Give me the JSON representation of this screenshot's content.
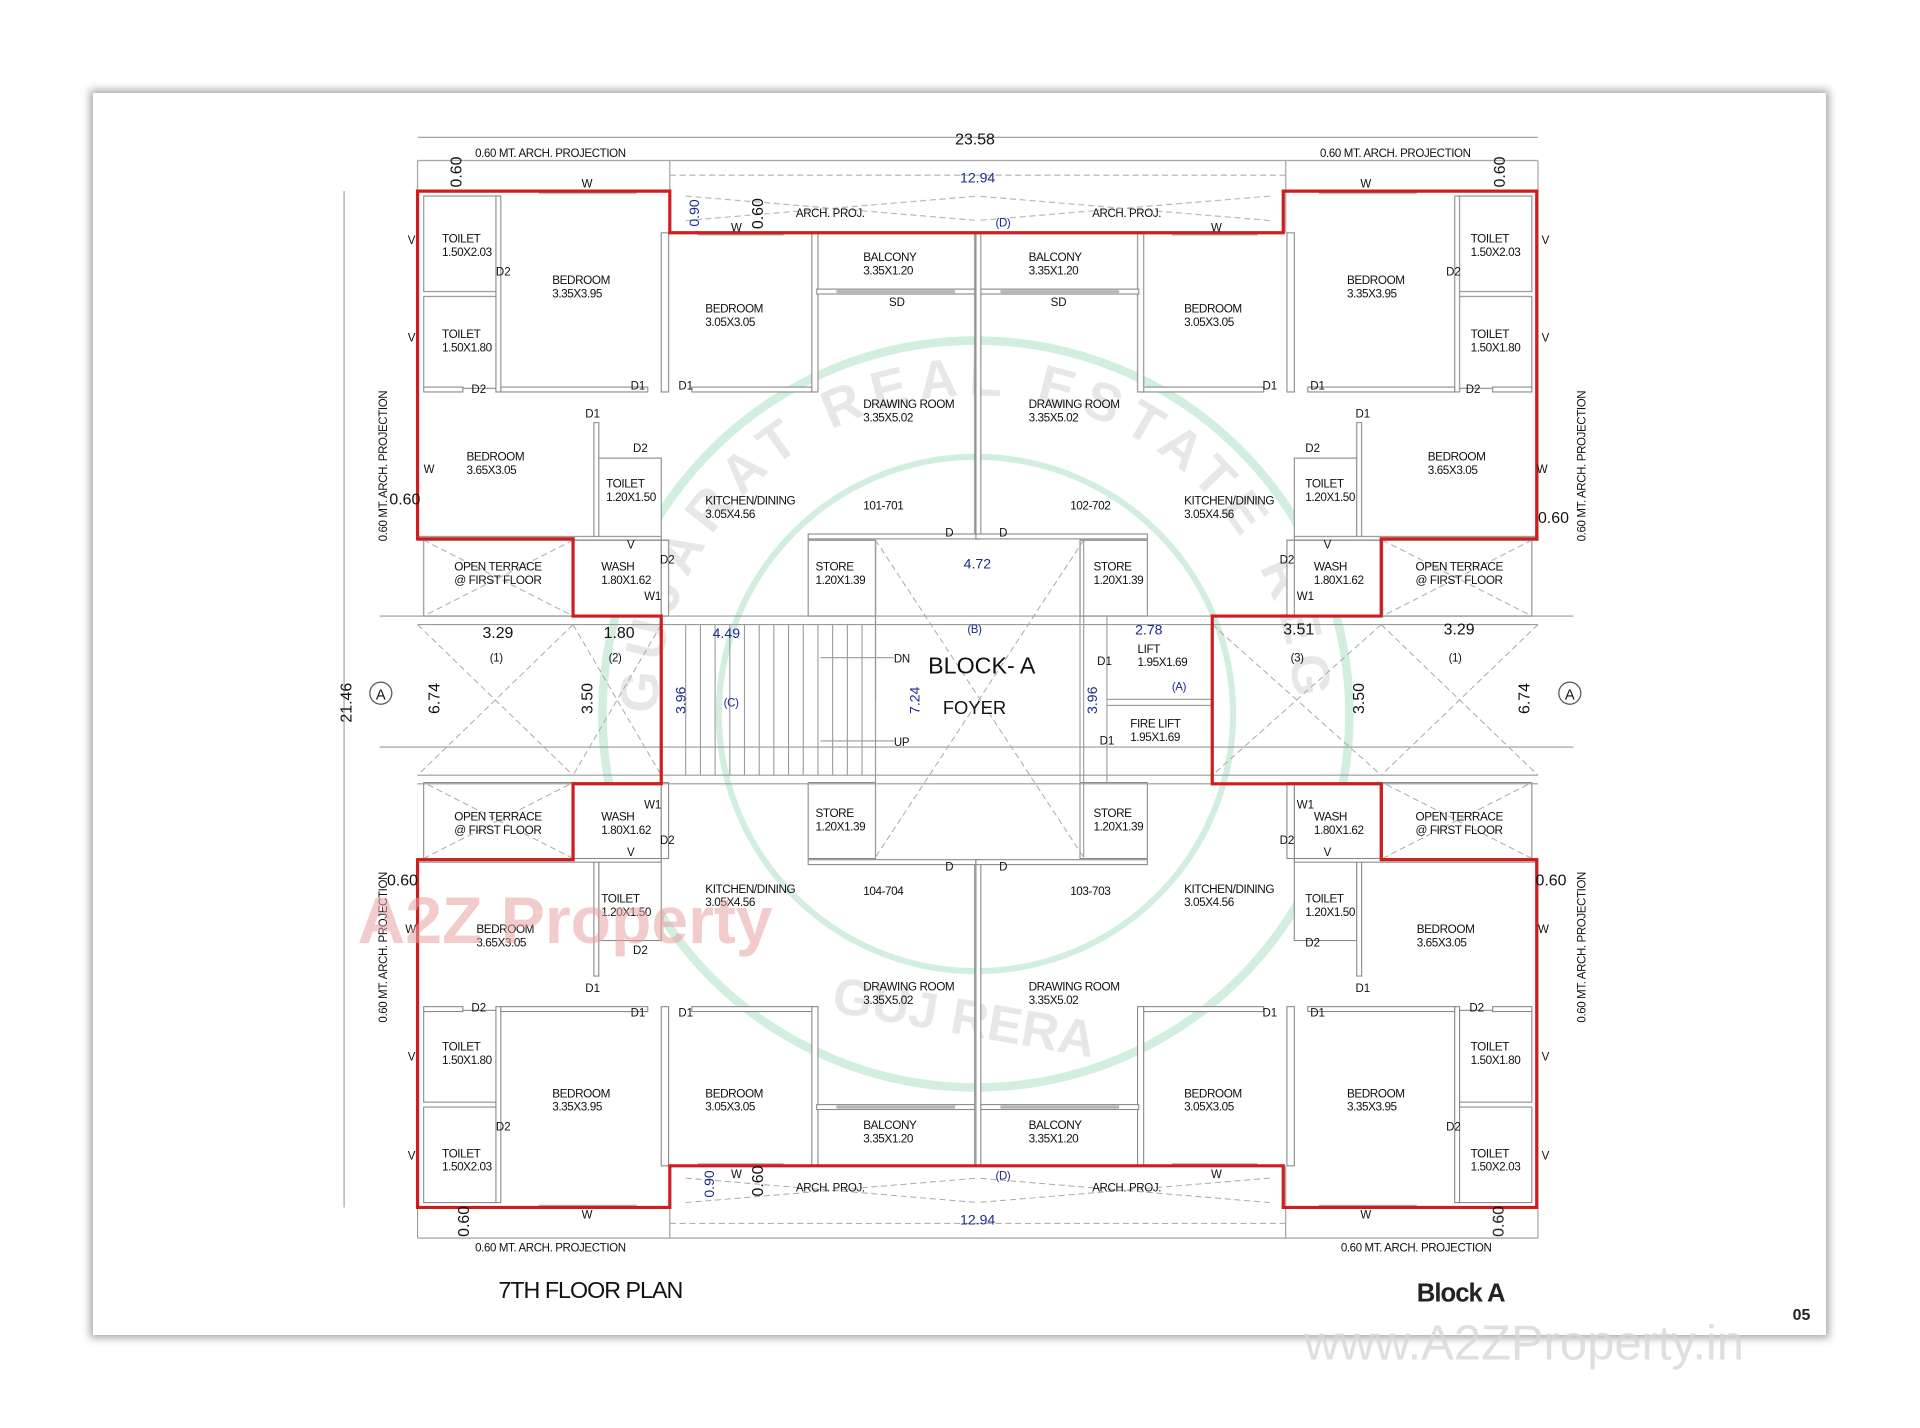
{
  "title": "7TH FLOOR PLAN",
  "block_label": "Block A",
  "page_number": "05",
  "watermark_url": "www.A2ZProperty.in",
  "watermark_logo": "A2Z Property",
  "stamp": {
    "ring_text": "GUJARAT REAL ESTATE REGULATORY AUTHORITY",
    "center_text": "GUJ RERA"
  },
  "colors": {
    "boundary": "#d01c1c",
    "dimension_blue": "#1b2a8c",
    "stamp_green": "#bfe6d3",
    "walls": "#8a8a8a"
  },
  "dimensions": {
    "overall_width": "23.58",
    "overall_height": "21.46",
    "projection_width": "12.94",
    "projection_depth": "0.60",
    "projection_offset": "0.90",
    "foyer_width": "4.72",
    "foyer_height": "7.24",
    "stair_width": "4.49",
    "stair_height": "3.96",
    "lift_width": "2.78",
    "lift_height": "3.96",
    "void_1_width": "3.29",
    "void_2_width": "1.80",
    "void_3_width": "3.51",
    "void_outer_height": "6.74",
    "void_inner_height": "3.50"
  },
  "labels": {
    "arch_projection": "0.60 MT. ARCH. PROJECTION",
    "arch_proj": "ARCH. PROJ.",
    "grid_a": "A",
    "zone_a": "(A)",
    "zone_b": "(B)",
    "zone_c": "(C)",
    "zone_d": "(D)",
    "void_1": "(1)",
    "void_2": "(2)",
    "void_3": "(3)",
    "block": "BLOCK- A",
    "foyer": "FOYER",
    "dn": "DN",
    "up": "UP"
  },
  "tags": {
    "d": "D",
    "d1": "D1",
    "d2": "D2",
    "w": "W",
    "w1": "W1",
    "v": "V",
    "sd": "SD"
  },
  "rooms": {
    "toilet_203": {
      "name": "TOILET",
      "size": "1.50X2.03"
    },
    "toilet_180": {
      "name": "TOILET",
      "size": "1.50X1.80"
    },
    "toilet_150": {
      "name": "TOILET",
      "size": "1.20X1.50"
    },
    "bedroom_395": {
      "name": "BEDROOM",
      "size": "3.35X3.95"
    },
    "bedroom_305": {
      "name": "BEDROOM",
      "size": "3.05X3.05"
    },
    "bedroom_365": {
      "name": "BEDROOM",
      "size": "3.65X3.05"
    },
    "balcony": {
      "name": "BALCONY",
      "size": "3.35X1.20"
    },
    "drawing": {
      "name": "DRAWING ROOM",
      "size": "3.35X5.02"
    },
    "kitchen": {
      "name": "KITCHEN/DINING",
      "size": "3.05X4.56"
    },
    "terrace": {
      "name": "OPEN TERRACE",
      "size": "@ FIRST FLOOR"
    },
    "wash": {
      "name": "WASH",
      "size": "1.80X1.62"
    },
    "store": {
      "name": "STORE",
      "size": "1.20X1.39"
    },
    "lift": {
      "name": "LIFT",
      "size": "1.95X1.69"
    },
    "fire_lift": {
      "name": "FIRE LIFT",
      "size": "1.95X1.69"
    }
  },
  "units": [
    "101-701",
    "102-702",
    "103-703",
    "104-704"
  ]
}
